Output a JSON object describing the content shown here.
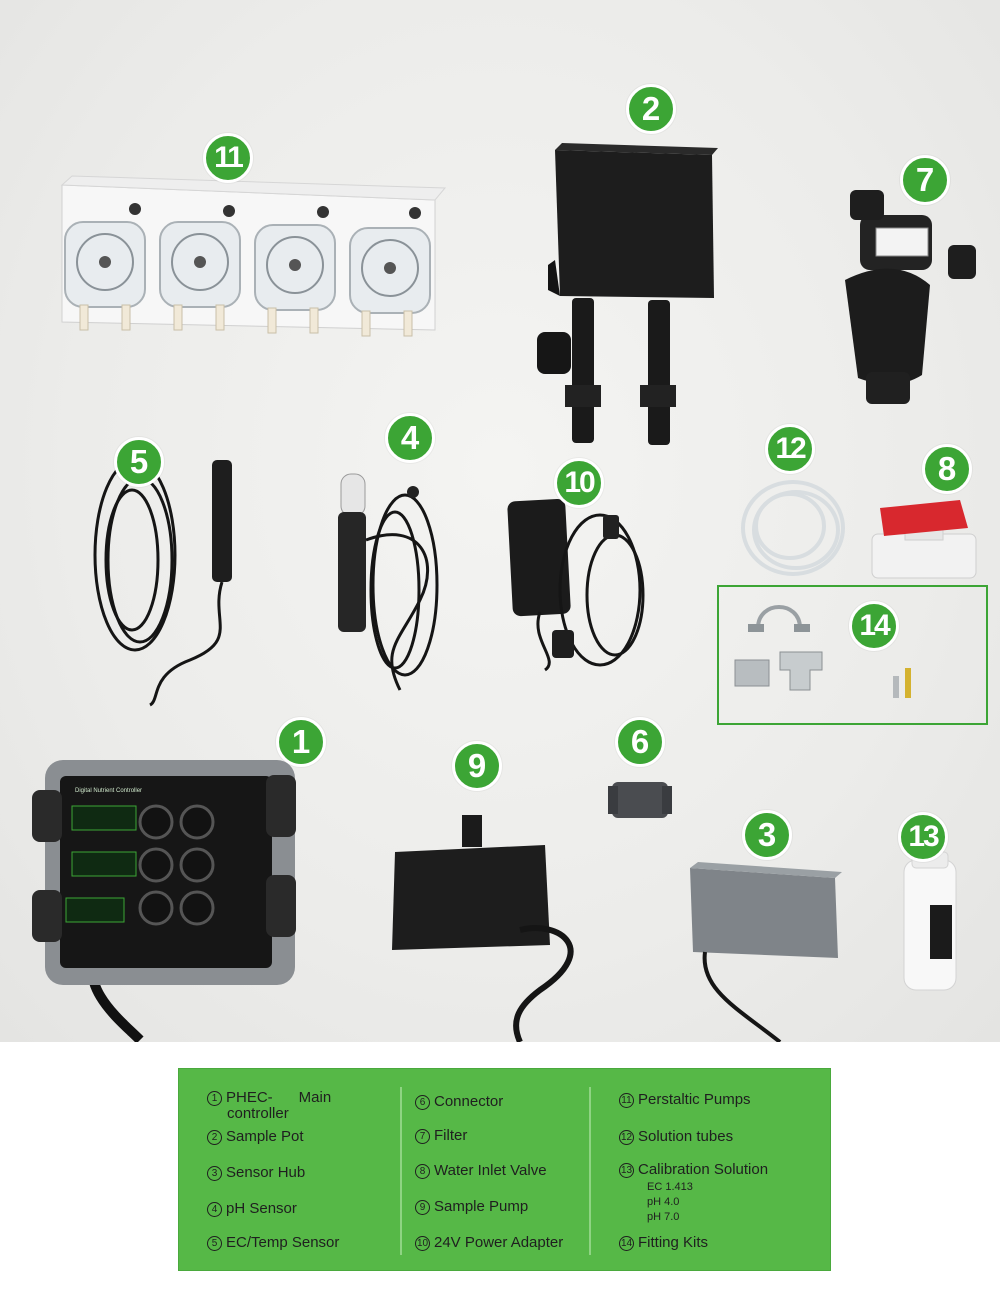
{
  "badges": [
    "1",
    "2",
    "3",
    "4",
    "5",
    "6",
    "7",
    "8",
    "9",
    "10",
    "11",
    "12",
    "13",
    "14"
  ],
  "device_text": {
    "controller_title": "Digital Nutrient Controller"
  },
  "legend": {
    "col1": [
      {
        "num": "1",
        "label": "PHEC-",
        "label_extra": "Main",
        "label_line2": "controller"
      },
      {
        "num": "2",
        "label": "Sample Pot"
      },
      {
        "num": "3",
        "label": "Sensor Hub"
      },
      {
        "num": "4",
        "label": "pH Sensor"
      },
      {
        "num": "5",
        "label": "EC/Temp Sensor"
      }
    ],
    "col2": [
      {
        "num": "6",
        "label": "Connector"
      },
      {
        "num": "7",
        "label": "Filter"
      },
      {
        "num": "8",
        "label": "Water Inlet Valve"
      },
      {
        "num": "9",
        "label": "Sample Pump"
      },
      {
        "num": "10",
        "label": "24V Power Adapter"
      }
    ],
    "col3": [
      {
        "num": "11",
        "label": "Perstaltic Pumps"
      },
      {
        "num": "12",
        "label": "Solution tubes"
      },
      {
        "num": "13",
        "label": "Calibration Solution",
        "subs": [
          "EC 1.413",
          "pH 4.0",
          "pH 7.0"
        ]
      },
      {
        "num": "14",
        "label": "Fitting Kits"
      }
    ]
  },
  "colors": {
    "badge_green": "#3ca535",
    "legend_bg": "#56b847"
  }
}
